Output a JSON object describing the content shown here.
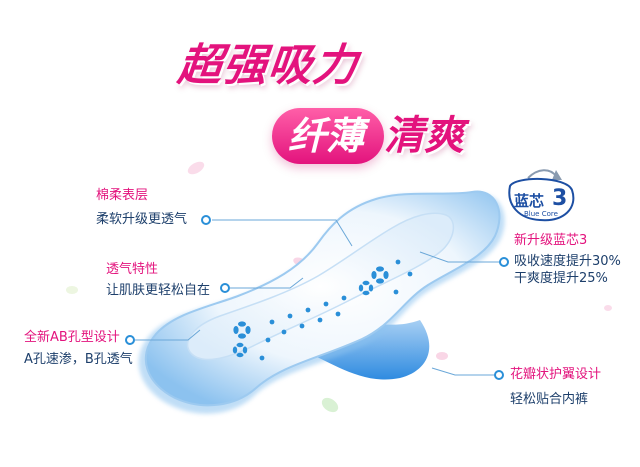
{
  "headline": {
    "line1": "超强吸力",
    "pill": "纤薄",
    "line2": "清爽"
  },
  "badge": {
    "name": "蓝芯",
    "number": "3",
    "sub": "Blue Core"
  },
  "annotations": {
    "soft_layer": {
      "title": "棉柔表层",
      "desc": "柔软升级更透气"
    },
    "breathable": {
      "title": "透气特性",
      "desc": "让肌肤更轻松自在"
    },
    "ab_holes": {
      "title": "全新AB孔型设计",
      "desc": "A孔速渗，B孔透气"
    },
    "blue_core": {
      "title": "新升级蓝芯3",
      "desc1": "吸收速度提升30%",
      "desc2": "干爽度提升25%"
    },
    "petal_wings": {
      "title": "花瓣状护翼设计",
      "desc": "轻松贴合内裤"
    }
  },
  "colors": {
    "pink": "#e3137d",
    "navy": "#1d3f6b",
    "pad_blue": "#8cc2ef",
    "dot_blue": "#2a8fd8"
  }
}
